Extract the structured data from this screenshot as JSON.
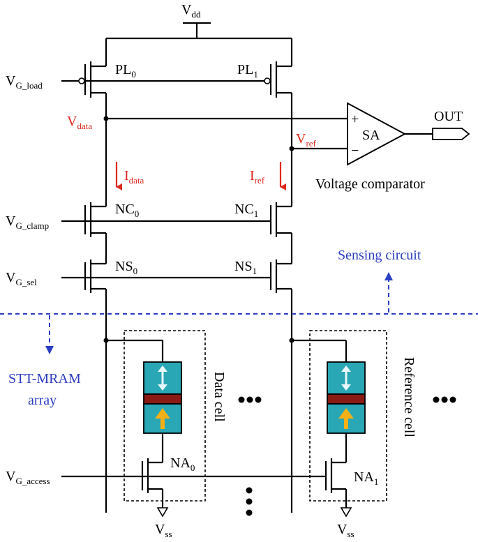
{
  "supply": {
    "vdd": "V",
    "vdd_sub": "dd",
    "vss": "V",
    "vss_sub": "ss"
  },
  "gates": {
    "load": "V",
    "load_sub": "G_load",
    "clamp": "V",
    "clamp_sub": "G_clamp",
    "sel": "V",
    "sel_sub": "G_sel",
    "access": "V",
    "access_sub": "G_access"
  },
  "transistors": {
    "pl0": "PL",
    "pl0_sub": "0",
    "pl1": "PL",
    "pl1_sub": "1",
    "nc0": "NC",
    "nc0_sub": "0",
    "nc1": "NC",
    "nc1_sub": "1",
    "ns0": "NS",
    "ns0_sub": "0",
    "ns1": "NS",
    "ns1_sub": "1",
    "na0": "NA",
    "na0_sub": "0",
    "na1": "NA",
    "na1_sub": "1"
  },
  "nodes": {
    "vdata": "V",
    "vdata_sub": "data",
    "vref": "V",
    "vref_sub": "ref",
    "idata": "I",
    "idata_sub": "data",
    "iref": "I",
    "iref_sub": "ref"
  },
  "comparator": {
    "sa": "SA",
    "plus": "+",
    "minus": "−",
    "out": "OUT",
    "caption": "Voltage comparator"
  },
  "regions": {
    "sensing": "Sensing circuit",
    "array_line1": "STT-MRAM",
    "array_line2": "array",
    "data_cell": "Data cell",
    "reference_cell": "Reference cell"
  },
  "colors": {
    "red": "#e0281e",
    "blue": "#2b3ec2",
    "mtj_teal": "#2aa7b4",
    "mtj_barrier": "#8a1a14",
    "mtj_arrow_free": "#e8f7fa",
    "mtj_arrow_fixed": "#f4b016"
  }
}
